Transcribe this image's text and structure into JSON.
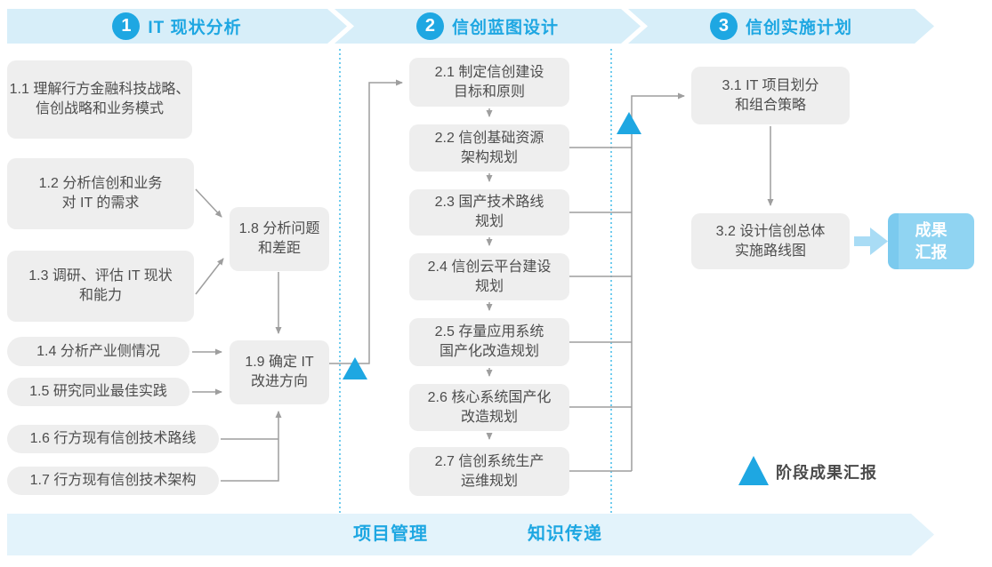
{
  "colors": {
    "accent": "#1ea7e2",
    "band": "#d7eef9",
    "band2": "#e3f3fb",
    "box": "#eeeeee",
    "ink": "#4d4d4d",
    "line": "#9e9e9e",
    "dotted": "#4cc0ea",
    "outcome": "#90d4f2",
    "outcome-stripe": "#7bcaee",
    "thick-arrow": "#a9dcf5"
  },
  "phases": {
    "p1": {
      "number": "1",
      "title": "IT 现状分析"
    },
    "p2": {
      "number": "2",
      "title": "信创蓝图设计"
    },
    "p3": {
      "number": "3",
      "title": "信创实施计划"
    }
  },
  "steps": {
    "s11": "1.1 理解行方金融科技战略、\n信创战略和业务模式",
    "s12": "1.2 分析信创和业务\n对 IT 的需求",
    "s13": "1.3 调研、评估 IT 现状\n和能力",
    "s14": "1.4 分析产业侧情况",
    "s15": "1.5 研究同业最佳实践",
    "s16": "1.6 行方现有信创技术路线",
    "s17": "1.7 行方现有信创技术架构",
    "s18": "1.8 分析问题\n和差距",
    "s19": "1.9 确定 IT\n改进方向",
    "s21": "2.1 制定信创建设\n目标和原则",
    "s22": "2.2 信创基础资源\n架构规划",
    "s23": "2.3 国产技术路线\n规划",
    "s24": "2.4 信创云平台建设\n规划",
    "s25": "2.5 存量应用系统\n国产化改造规划",
    "s26": "2.6 核心系统国产化\n改造规划",
    "s27": "2.7 信创系统生产\n运维规划",
    "s31": "3.1 IT 项目划分\n和组合策略",
    "s32": "3.2 设计信创总体\n实施路线图"
  },
  "outcome": {
    "label": "成果\n汇报"
  },
  "legend": {
    "label": "阶段成果汇报"
  },
  "footer": {
    "left": "项目管理",
    "right": "知识传递"
  }
}
